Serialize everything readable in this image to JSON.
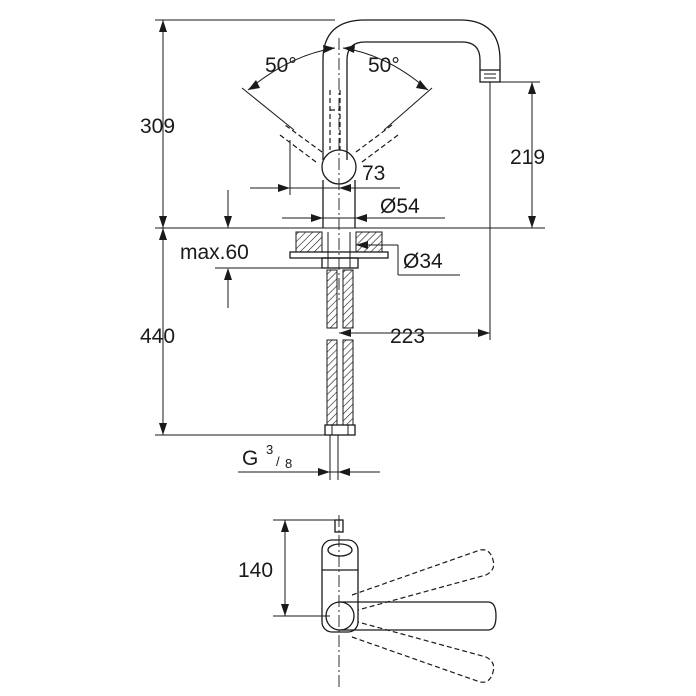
{
  "dimensions": {
    "total_height": "309",
    "spout_height": "219",
    "handle_angle_left": "50°",
    "handle_angle_right": "50°",
    "handle_offset": "73",
    "body_diameter": "Ø54",
    "max_thickness": "max.60",
    "hole_diameter": "Ø34",
    "reach": "223",
    "hose_length": "440",
    "thread": "G",
    "thread_num": "3",
    "thread_den": "8",
    "top_view_depth": "140"
  }
}
